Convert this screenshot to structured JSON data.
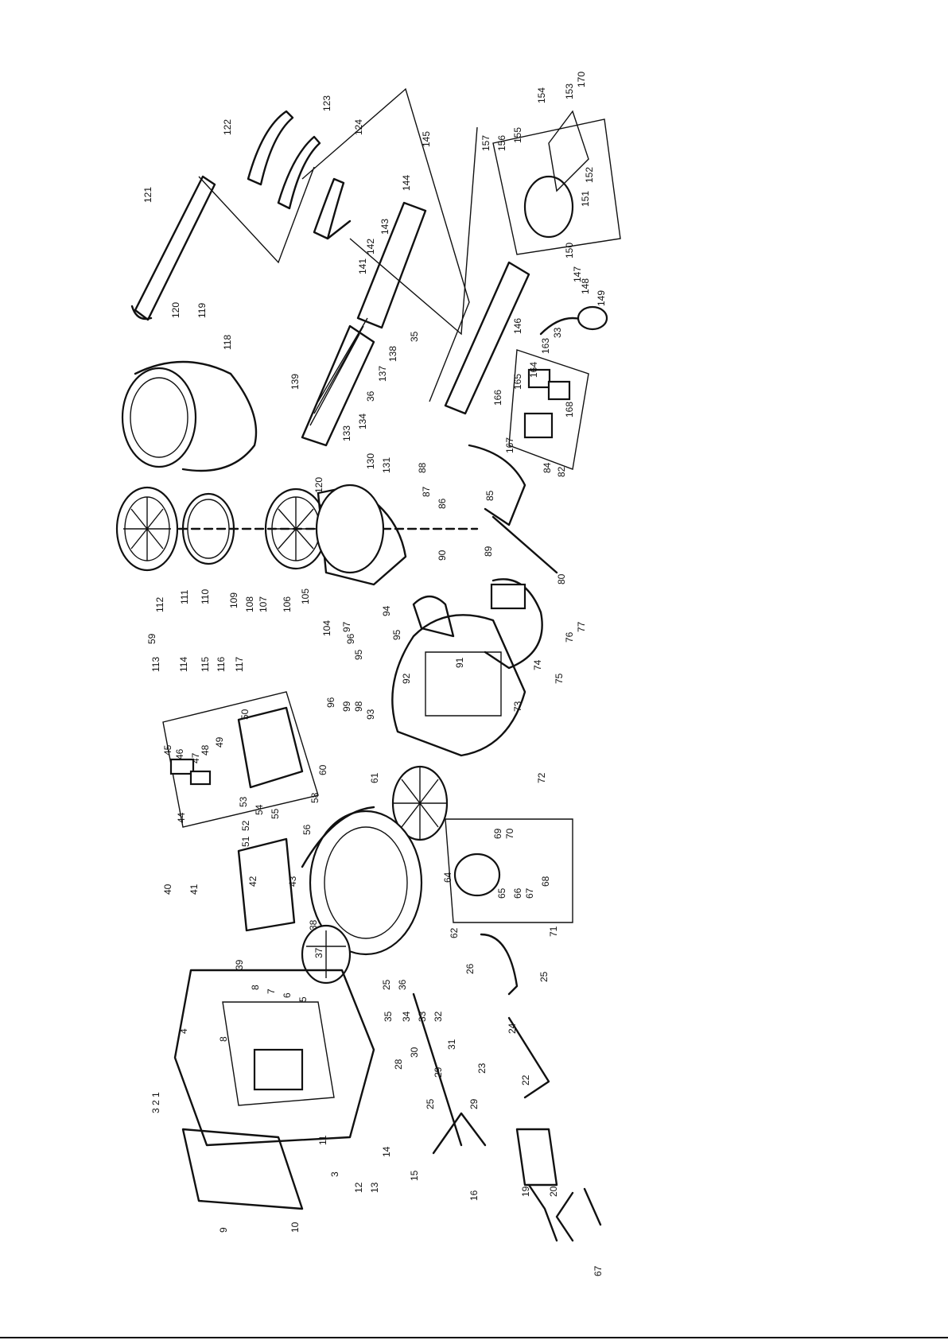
{
  "labels": [
    "1",
    "2",
    "3",
    "3",
    "4",
    "5",
    "6",
    "7",
    "8",
    "8",
    "9",
    "10",
    "11",
    "12",
    "13",
    "14",
    "15",
    "16",
    "19",
    "20",
    "22",
    "23",
    "24",
    "25",
    "25",
    "25",
    "26",
    "28",
    "29",
    "29",
    "30",
    "31",
    "32",
    "33",
    "33",
    "34",
    "35",
    "35",
    "36",
    "36",
    "37",
    "38",
    "39",
    "40",
    "41",
    "42",
    "43",
    "44",
    "45",
    "46",
    "47",
    "48",
    "49",
    "50",
    "51",
    "52",
    "53",
    "54",
    "55",
    "56",
    "58",
    "59",
    "60",
    "61",
    "62",
    "64",
    "65",
    "66",
    "67",
    "67",
    "68",
    "69",
    "70",
    "71",
    "72",
    "73",
    "74",
    "75",
    "76",
    "77",
    "80",
    "82",
    "84",
    "85",
    "86",
    "87",
    "88",
    "89",
    "90",
    "91",
    "92",
    "93",
    "94",
    "95",
    "95",
    "96",
    "96",
    "97",
    "98",
    "99",
    "104",
    "105",
    "106",
    "107",
    "108",
    "109",
    "110",
    "111",
    "112",
    "113",
    "114",
    "115",
    "116",
    "117",
    "118",
    "119",
    "120",
    "120",
    "121",
    "122",
    "123",
    "124",
    "130",
    "131",
    "133",
    "134",
    "137",
    "138",
    "139",
    "141",
    "142",
    "143",
    "144",
    "145",
    "146",
    "147",
    "148",
    "149",
    "150",
    "151",
    "152",
    "153",
    "154",
    "155",
    "156",
    "157",
    "163",
    "164",
    "165",
    "166",
    "167",
    "168",
    "170"
  ]
}
